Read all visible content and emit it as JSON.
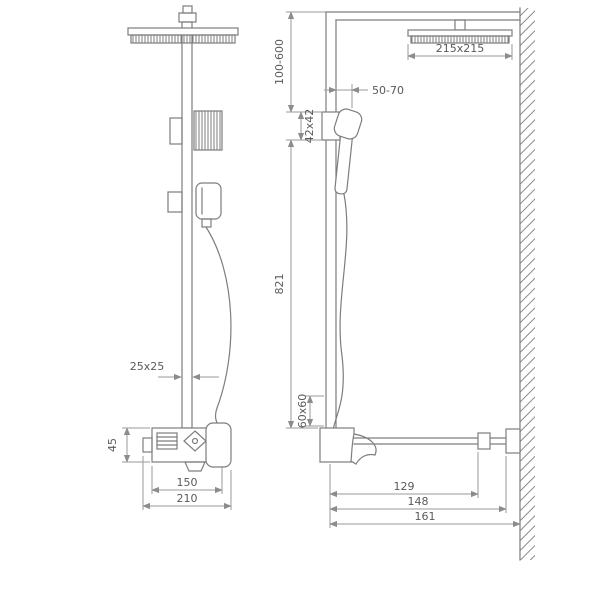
{
  "meta": {
    "description": "Technical dimension drawing of a shower column system, front view and side view against wall",
    "background_color": "#ffffff",
    "geometry_line_color": "#7d7d7d",
    "dimension_line_color": "#9a9a9a",
    "text_color": "#5a5a5a"
  },
  "drawing": {
    "front_view": {
      "dims": {
        "pipe_section": "25x25",
        "body_height": "45",
        "body_width": "150",
        "overall_width": "210"
      }
    },
    "side_view": {
      "dims": {
        "head_size": "215x215",
        "adjustable_height": "100-600",
        "slider_section": "42x42",
        "handle_offset": "50-70",
        "riser_height": "821",
        "escutcheon_size": "60x60",
        "depth_to_handle": "129",
        "depth_to_spout": "148",
        "overall_depth": "161"
      }
    }
  }
}
